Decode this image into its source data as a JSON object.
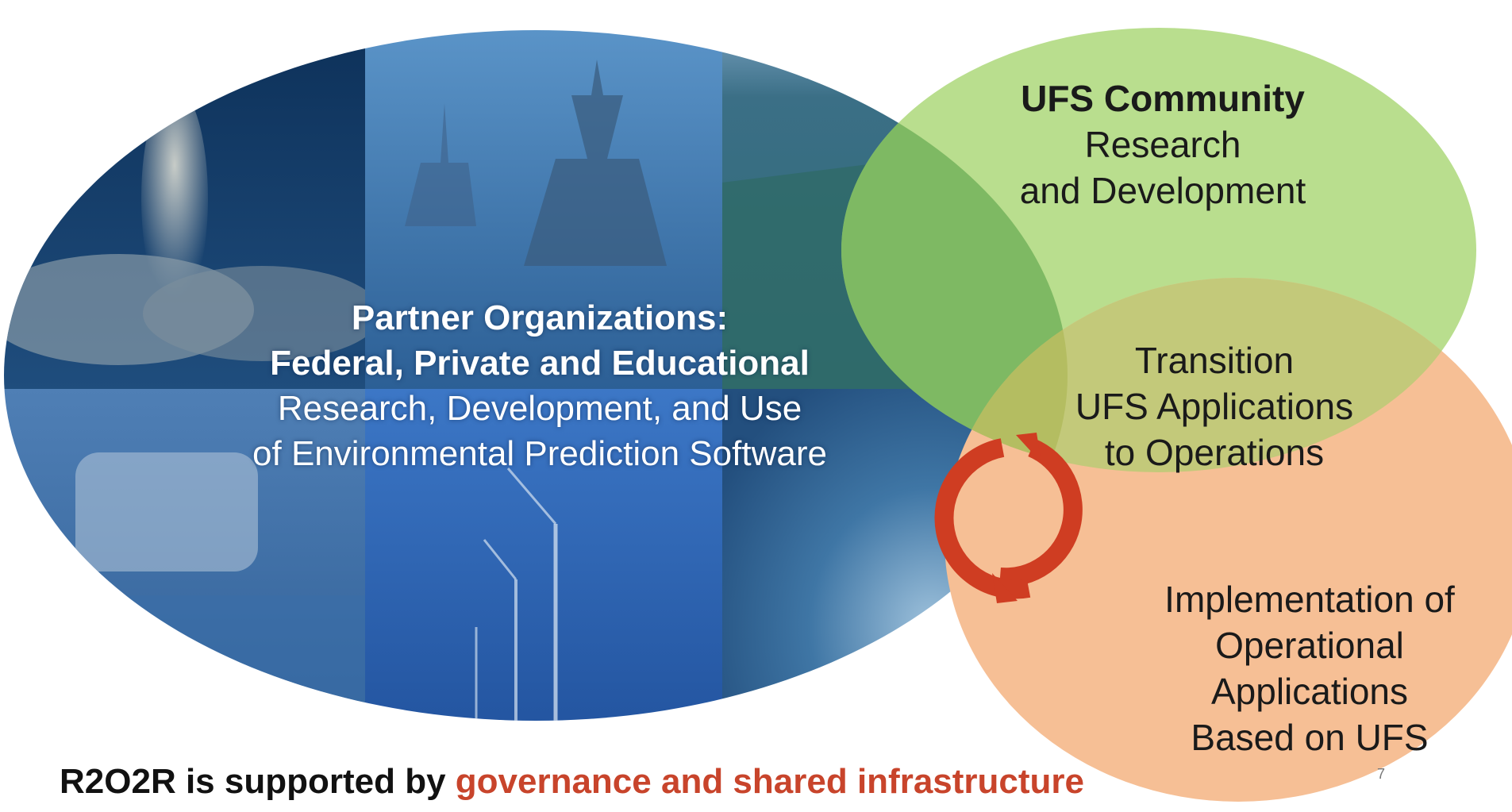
{
  "partner": {
    "line1": "Partner Organizations:",
    "line2": "Federal, Private and Educational",
    "line3": "Research, Development, and Use",
    "line4": "of Environmental Prediction Software"
  },
  "ufs_community": {
    "title": "UFS Community",
    "line2": "Research",
    "line3": "and Development"
  },
  "transition": {
    "line1": "Transition",
    "line2": "UFS Applications",
    "line3": "to Operations"
  },
  "implementation": {
    "line1": "Implementation of",
    "line2": "Operational",
    "line3": "Applications",
    "line4": "Based on UFS"
  },
  "footer": {
    "prefix": "R2O2R is supported by ",
    "highlight": "governance and shared infrastructure"
  },
  "page_number": "7",
  "colors": {
    "green_circle": "#b9de8e",
    "orange_circle": "#f6bf95",
    "overlap": "#c3c97a",
    "cycle_arrow": "#cf3d22",
    "footer_highlight": "#c8442b",
    "photo_blue": "#3e78b2"
  }
}
